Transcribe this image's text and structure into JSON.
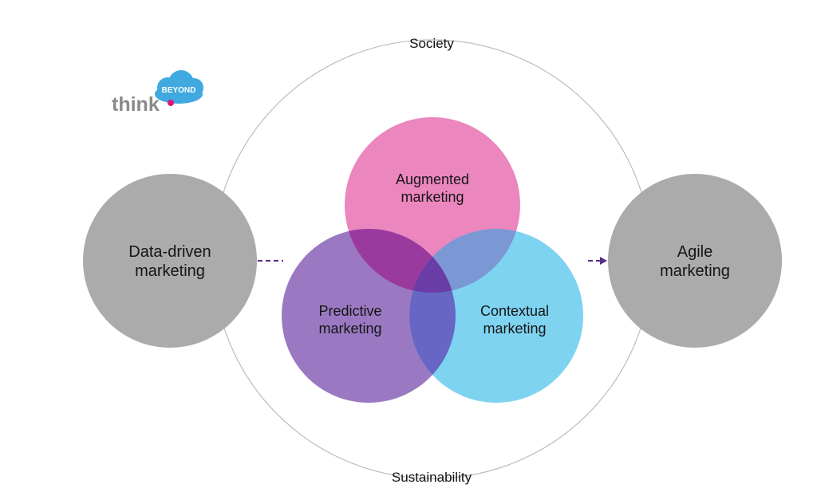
{
  "diagram": {
    "outer_ring": {
      "top_label": "Society",
      "bottom_label": "Sustainability"
    },
    "left_node": {
      "line1": "Data-driven",
      "line2": "marketing",
      "color": "#ABABAB"
    },
    "right_node": {
      "line1": "Agile",
      "line2": "marketing",
      "color": "#ABABAB"
    },
    "venn": {
      "top": {
        "line1": "Augmented",
        "line2": "marketing",
        "color": "#EC86BE"
      },
      "left": {
        "line1": "Predictive",
        "line2": "marketing",
        "color": "#9A79C2"
      },
      "right": {
        "line1": "Contextual",
        "line2": "marketing",
        "color": "#7ED3F0"
      }
    },
    "connector_color": "#5B2C86"
  },
  "logo": {
    "word": "think",
    "badge": "BEYOND",
    "text_color": "#8A8A8A",
    "cloud_color": "#3FA9E0",
    "dot_color": "#E0157A"
  }
}
